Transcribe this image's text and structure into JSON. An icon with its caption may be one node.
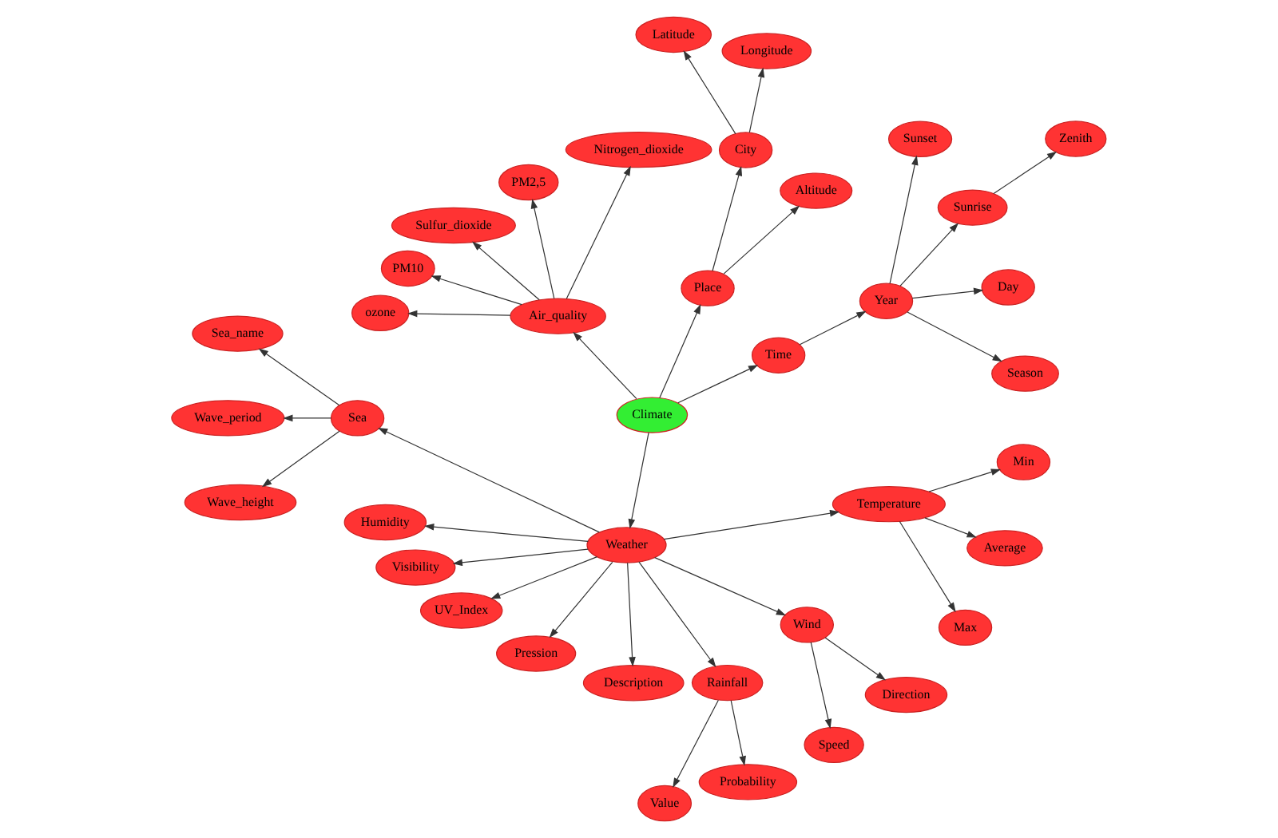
{
  "diagram": {
    "nodes": [
      {
        "text": [
          "Climate"
        ]
      },
      {
        "text": [
          "Time"
        ]
      },
      {
        "text": [
          "Year"
        ]
      },
      {
        "text": [
          "Season"
        ]
      },
      {
        "text": [
          "Day"
        ]
      },
      {
        "text": [
          "Sunrise"
        ]
      },
      {
        "text": [
          "Zenith"
        ]
      },
      {
        "text": [
          "Sunset"
        ]
      },
      {
        "text": [
          "Place"
        ]
      },
      {
        "text": [
          "Altitude"
        ]
      },
      {
        "text": [
          "City"
        ]
      },
      {
        "text": [
          "Longitude"
        ]
      },
      {
        "text": [
          "Latitude"
        ]
      },
      {
        "text": [
          "Air_quality"
        ]
      },
      {
        "text": [
          "Nitrogen_dioxide"
        ]
      },
      {
        "text": [
          "PM2,5"
        ]
      },
      {
        "text": [
          "Sulfur_dioxide"
        ]
      },
      {
        "text": [
          "PM10"
        ]
      },
      {
        "text": [
          "ozone"
        ]
      },
      {
        "text": [
          "Weather"
        ]
      },
      {
        "text": [
          "Sea"
        ]
      },
      {
        "text": [
          "Sea_name"
        ]
      },
      {
        "text": [
          "Wave_period"
        ]
      },
      {
        "text": [
          "Wave_height"
        ]
      },
      {
        "text": [
          "Humidity"
        ]
      },
      {
        "text": [
          "Visibility"
        ]
      },
      {
        "text": [
          "UV_Index"
        ]
      },
      {
        "text": [
          "Pression"
        ]
      },
      {
        "text": [
          "Description"
        ]
      },
      {
        "text": [
          "Rainfall"
        ]
      },
      {
        "text": [
          "Value"
        ]
      },
      {
        "text": [
          "Probability"
        ]
      },
      {
        "text": [
          "Wind"
        ]
      },
      {
        "text": [
          "Speed"
        ]
      },
      {
        "text": [
          "Direction"
        ]
      },
      {
        "text": [
          "Temperature"
        ]
      },
      {
        "text": [
          "Max"
        ]
      },
      {
        "text": [
          "Average"
        ]
      },
      {
        "text": [
          "Min"
        ]
      }
    ],
    "edges": [
      {
        "from": 0,
        "to": 1,
        "arrow": "to"
      },
      {
        "from": 1,
        "to": 2,
        "arrow": "to"
      },
      {
        "from": 2,
        "to": 3,
        "arrow": "to"
      },
      {
        "from": 2,
        "to": 4,
        "arrow": "to"
      },
      {
        "from": 2,
        "to": 5,
        "arrow": "to"
      },
      {
        "from": 5,
        "to": 6,
        "arrow": "to"
      },
      {
        "from": 2,
        "to": 7,
        "arrow": "to"
      },
      {
        "from": 0,
        "to": 8,
        "arrow": "to"
      },
      {
        "from": 8,
        "to": 9,
        "arrow": "to"
      },
      {
        "from": 8,
        "to": 10,
        "arrow": "to"
      },
      {
        "from": 10,
        "to": 11,
        "arrow": "to"
      },
      {
        "from": 10,
        "to": 12,
        "arrow": "to"
      },
      {
        "from": 0,
        "to": 13,
        "arrow": "to"
      },
      {
        "from": 13,
        "to": 14,
        "arrow": "to"
      },
      {
        "from": 13,
        "to": 15,
        "arrow": "to"
      },
      {
        "from": 13,
        "to": 16,
        "arrow": "to"
      },
      {
        "from": 13,
        "to": 17,
        "arrow": "to"
      },
      {
        "from": 13,
        "to": 18,
        "arrow": "to"
      },
      {
        "from": 0,
        "to": 19,
        "arrow": "to"
      },
      {
        "from": 19,
        "to": 20,
        "arrow": "to"
      },
      {
        "from": 20,
        "to": 21,
        "arrow": "to"
      },
      {
        "from": 20,
        "to": 22,
        "arrow": "to"
      },
      {
        "from": 20,
        "to": 23,
        "arrow": "to"
      },
      {
        "from": 19,
        "to": 24,
        "arrow": "to"
      },
      {
        "from": 19,
        "to": 25,
        "arrow": "to"
      },
      {
        "from": 19,
        "to": 26,
        "arrow": "to"
      },
      {
        "from": 19,
        "to": 27,
        "arrow": "to"
      },
      {
        "from": 19,
        "to": 28,
        "arrow": "to"
      },
      {
        "from": 19,
        "to": 29,
        "arrow": "to"
      },
      {
        "from": 29,
        "to": 30,
        "arrow": "to"
      },
      {
        "from": 29,
        "to": 31,
        "arrow": "to"
      },
      {
        "from": 19,
        "to": 32,
        "arrow": "to"
      },
      {
        "from": 32,
        "to": 33,
        "arrow": "to"
      },
      {
        "from": 32,
        "to": 34,
        "arrow": "to"
      },
      {
        "from": 19,
        "to": 35,
        "arrow": "to"
      },
      {
        "from": 35,
        "to": 36,
        "arrow": "to"
      },
      {
        "from": 35,
        "to": 37,
        "arrow": "to"
      },
      {
        "from": 35,
        "to": 38,
        "arrow": "to"
      }
    ]
  }
}
